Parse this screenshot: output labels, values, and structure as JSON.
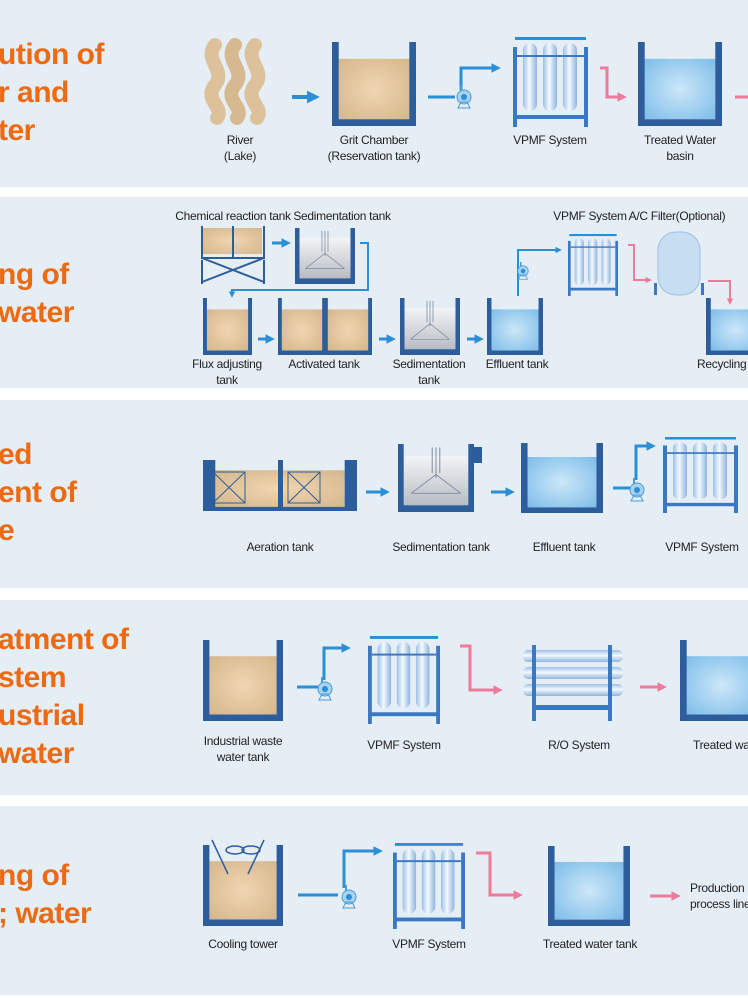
{
  "colors": {
    "title": "#ee6a12",
    "tank_wall": "#2d5d9b",
    "flow_arrow": "#2b8fd6",
    "treated_arrow": "#ef7b9c",
    "band": "#e5eef5"
  },
  "sections": [
    {
      "title_lines": [
        "ution of",
        "r and",
        "ter"
      ],
      "labels": {
        "river": [
          "River",
          "(Lake)"
        ],
        "grit": [
          "Grit Chamber",
          "(Reservation tank)"
        ],
        "vpmf": "VPMF System",
        "treated": [
          "Treated Water",
          "basin"
        ]
      }
    },
    {
      "title_lines": [
        "ng of",
        "water"
      ],
      "labels": {
        "chemical": "Chemical reaction tank",
        "sed_top": "Sedimentation tank",
        "vpmf": "VPMF System",
        "ac": "A/C Filter(Optional)",
        "flux": [
          "Flux adjusting",
          "tank"
        ],
        "activated": "Activated tank",
        "sed_bottom": [
          "Sedimentation",
          "tank"
        ],
        "effluent": "Effluent tank",
        "recycling": "Recycling t"
      }
    },
    {
      "title_lines": [
        "ed",
        "ent of",
        "e"
      ],
      "labels": {
        "aeration": "Aeration tank",
        "sed": "Sedimentation tank",
        "effluent": "Effluent tank",
        "vpmf": "VPMF System"
      }
    },
    {
      "title_lines": [
        "atment of",
        "stem",
        "ustrial",
        "water"
      ],
      "labels": {
        "industrial": [
          "Industrial waste",
          "water tank"
        ],
        "vpmf": "VPMF System",
        "ro": "R/O System",
        "treated": "Treated wat"
      }
    },
    {
      "title_lines": [
        "ng of",
        "; water"
      ],
      "labels": {
        "cooling": "Cooling  tower",
        "vpmf": "VPMF System",
        "treated": "Treated water tank",
        "production": [
          "Production",
          "process line"
        ]
      }
    }
  ]
}
